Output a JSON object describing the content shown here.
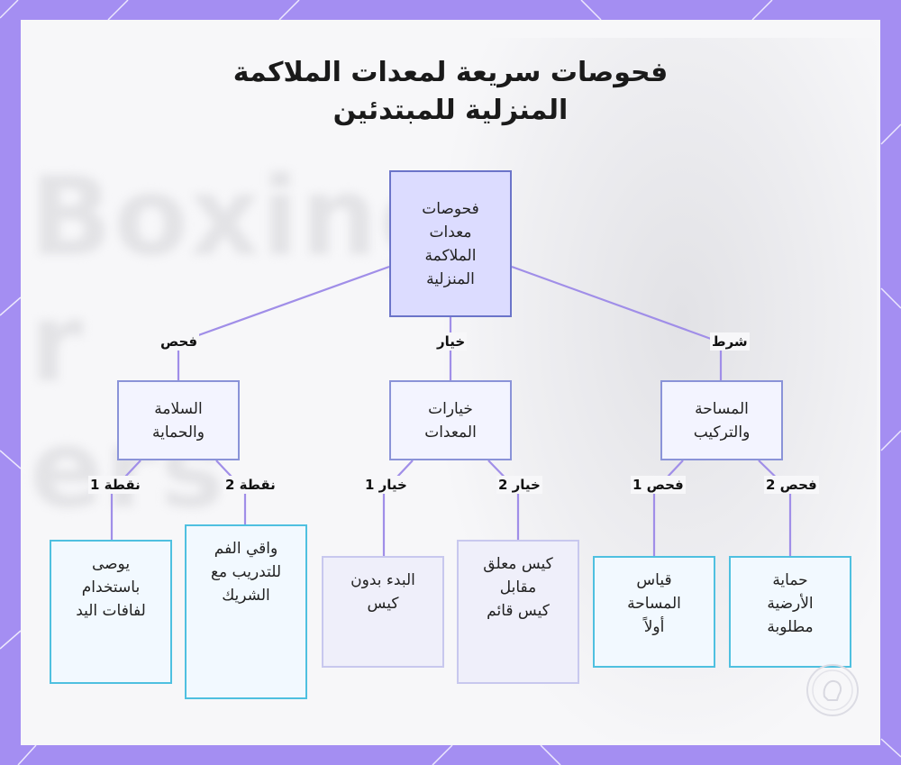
{
  "title": {
    "line1": "فحوصات سريعة لمعدات الملاكمة",
    "line2": "المنزلية للمبتدئين"
  },
  "background_text": "Boxing\nr\ners",
  "colors": {
    "frame": "#a48ef2",
    "edge": "#a08ee8",
    "root_fill": "#dcdcff",
    "root_border": "#6b74c9",
    "mid_border": "#8a93d8",
    "leaf_cyan_border": "#4fc0e0",
    "leaf_lavender_border": "#c8c8ee"
  },
  "nodes": {
    "root": "فحوصات\nمعدات\nالملاكمة\nالمنزلية",
    "safety": "السلامة\nوالحماية",
    "options": "خيارات\nالمعدات",
    "space": "المساحة\nوالتركيب",
    "wraps": "يوصى\nباستخدام\nلفافات اليد",
    "mouthguard": "واقي الفم\nللتدريب مع\nالشريك",
    "nobag": "البدء بدون\nكيس",
    "hangbag": "كيس معلق\nمقابل\nكيس قائم",
    "measure": "قياس\nالمساحة\nأولاً",
    "floor": "حماية\nالأرضية\nمطلوبة"
  },
  "edge_labels": {
    "check": "فحص",
    "option": "خيار",
    "condition": "شرط",
    "point1": "نقطة 1",
    "point2": "نقطة 2",
    "option1": "خيار 1",
    "option2": "خيار 2",
    "check1": "فحص 1",
    "check2": "فحص 2"
  },
  "icons": {
    "seal": "boxing-glove-seal-icon"
  }
}
